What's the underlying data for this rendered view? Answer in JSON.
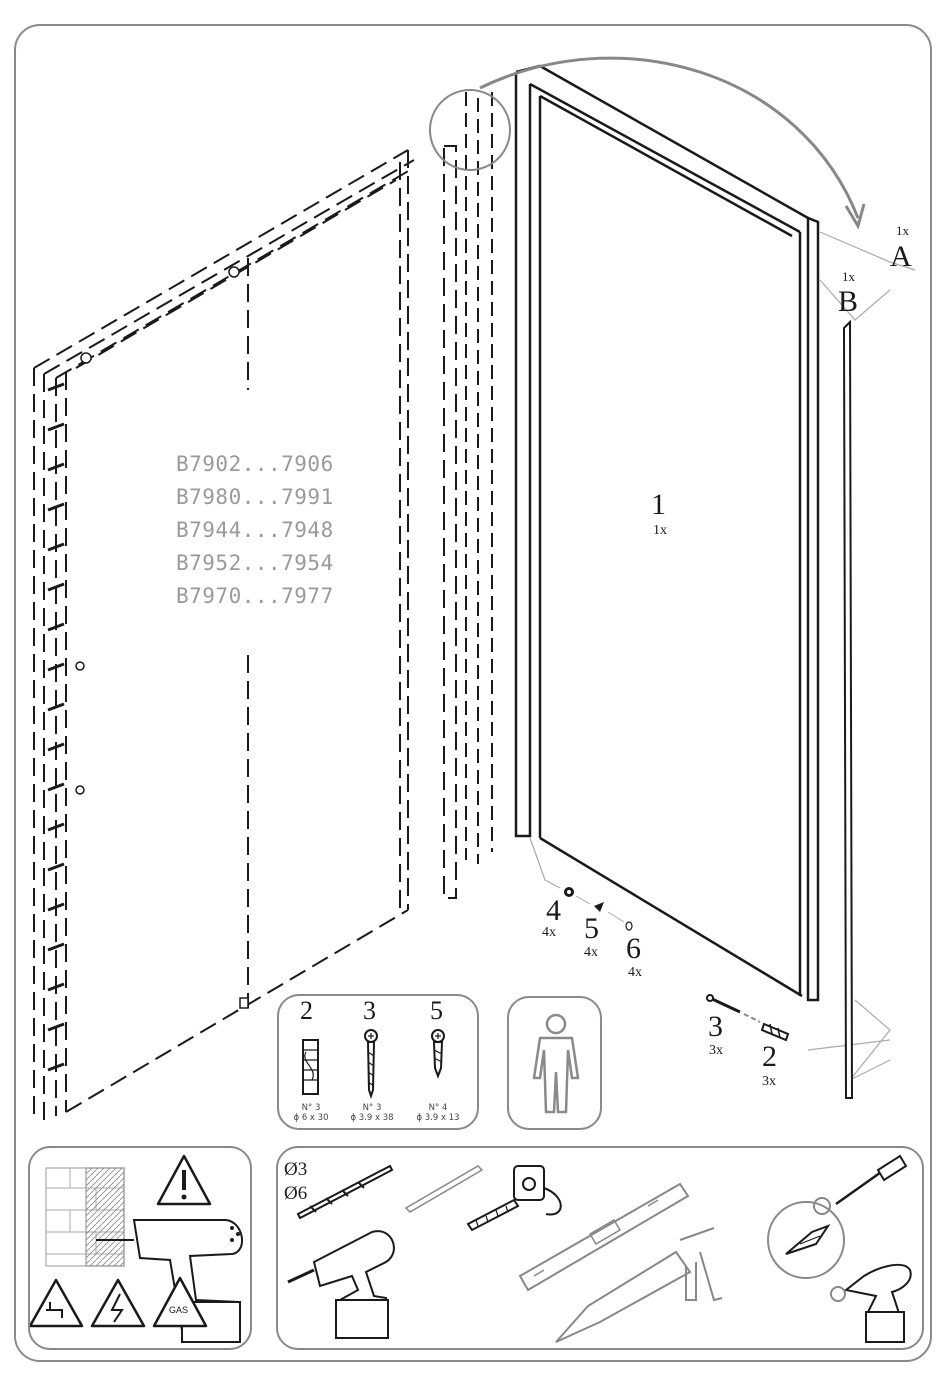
{
  "model_codes": [
    "B7902...7906",
    "B7980...7991",
    "B7944...7948",
    "B7952...7954",
    "B7970...7977"
  ],
  "parts": {
    "p1": {
      "num": "1",
      "qty": "1x"
    },
    "pA": {
      "num": "A",
      "qty": "1x"
    },
    "pB": {
      "num": "B",
      "qty": "1x"
    },
    "p4": {
      "num": "4",
      "qty": "4x"
    },
    "p5": {
      "num": "5",
      "qty": "4x"
    },
    "p6": {
      "num": "6",
      "qty": "4x"
    },
    "p3": {
      "num": "3",
      "qty": "3x"
    },
    "p2": {
      "num": "2",
      "qty": "3x"
    }
  },
  "hardware": [
    {
      "num": "2",
      "spec_no": "N° 3",
      "spec_dim": "ϕ 6 x 30"
    },
    {
      "num": "3",
      "spec_no": "N° 3",
      "spec_dim": "ϕ 3.9 x 38"
    },
    {
      "num": "5",
      "spec_no": "N° 4",
      "spec_dim": "ϕ 3.9 x 13"
    }
  ],
  "drill_bits": [
    "Ø3",
    "Ø6"
  ],
  "warning_labels": {
    "gas": "GAS"
  },
  "icons": [
    "exclamation-warning-icon",
    "water-pipe-warning-icon",
    "electric-warning-icon",
    "gas-warning-icon",
    "person-icon",
    "drill-icon",
    "drill-bit-icon",
    "pencil-icon",
    "tape-measure-icon",
    "spirit-level-icon",
    "silicone-gun-icon",
    "screwdriver-icon"
  ]
}
